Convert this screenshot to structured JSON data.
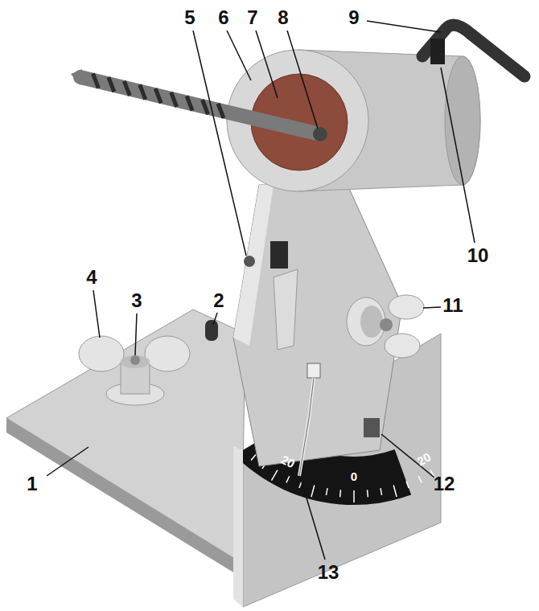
{
  "diagram": {
    "labels": [
      "1",
      "2",
      "3",
      "4",
      "5",
      "6",
      "7",
      "8",
      "9",
      "10",
      "11",
      "12",
      "13",
      "20",
      "0",
      "20"
    ]
  }
}
